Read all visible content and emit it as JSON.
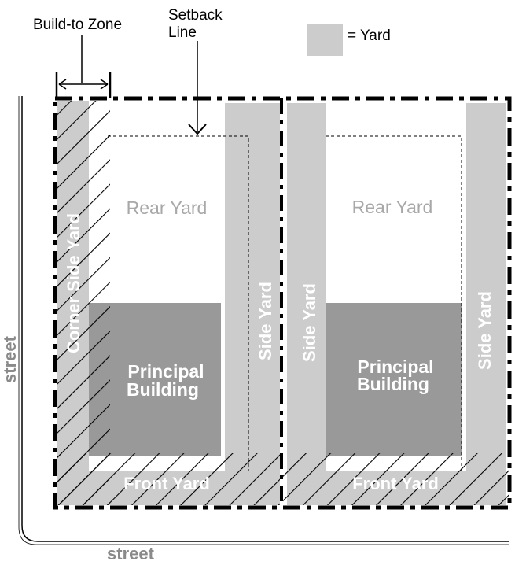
{
  "labels": {
    "build_to_zone": "Build-to Zone",
    "setback_line_1": "Setback",
    "setback_line_2": "Line",
    "legend_yard": "= Yard",
    "street_left": "street",
    "street_bottom": "street"
  },
  "lots": [
    {
      "rear_yard": "Rear Yard",
      "building_line_1": "Principal",
      "building_line_2": "Building",
      "front_yard": "Front Yard",
      "left_yard": "Corner Side Yard",
      "right_yard": "Side Yard"
    },
    {
      "rear_yard": "Rear Yard",
      "building_line_1": "Principal",
      "building_line_2": "Building",
      "front_yard": "Front Yard",
      "left_yard": "Side Yard",
      "right_yard": "Side Yard"
    }
  ],
  "colors": {
    "yard": "#cccccc",
    "building": "#999999",
    "hatch": "#000000",
    "street_text": "#8a8a8a",
    "rear_text": "#a8a8a8"
  }
}
